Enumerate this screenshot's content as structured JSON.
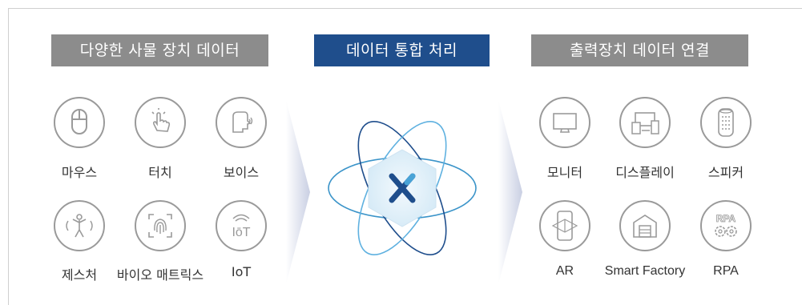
{
  "headers": {
    "left": "다양한 사물 장치 데이터",
    "center": "데이터 통합 처리",
    "right": "출력장치 데이터 연결"
  },
  "input_devices": [
    {
      "label": "마우스",
      "icon": "mouse-icon"
    },
    {
      "label": "터치",
      "icon": "touch-hand-icon"
    },
    {
      "label": "보이스",
      "icon": "voice-icon"
    },
    {
      "label": "제스처",
      "icon": "gesture-icon"
    },
    {
      "label": "바이오 매트릭스",
      "icon": "fingerprint-icon"
    },
    {
      "label": "IoT",
      "icon": "iot-icon"
    }
  ],
  "output_devices": [
    {
      "label": "모니터",
      "icon": "monitor-icon"
    },
    {
      "label": "디스플레이",
      "icon": "display-devices-icon"
    },
    {
      "label": "스피커",
      "icon": "speaker-icon"
    },
    {
      "label": "AR",
      "icon": "ar-phone-icon"
    },
    {
      "label": "Smart Factory",
      "icon": "factory-icon"
    },
    {
      "label": "RPA",
      "icon": "rpa-gears-icon"
    }
  ],
  "center": {
    "logo": "X",
    "icon": "atom-orbit-icon"
  },
  "colors": {
    "header_gray": "#8c8c8c",
    "header_blue": "#1f4e8c",
    "icon_stroke": "#9a9a9a",
    "orbit_dark": "#1f4e8c",
    "orbit_light": "#49a3d6"
  }
}
